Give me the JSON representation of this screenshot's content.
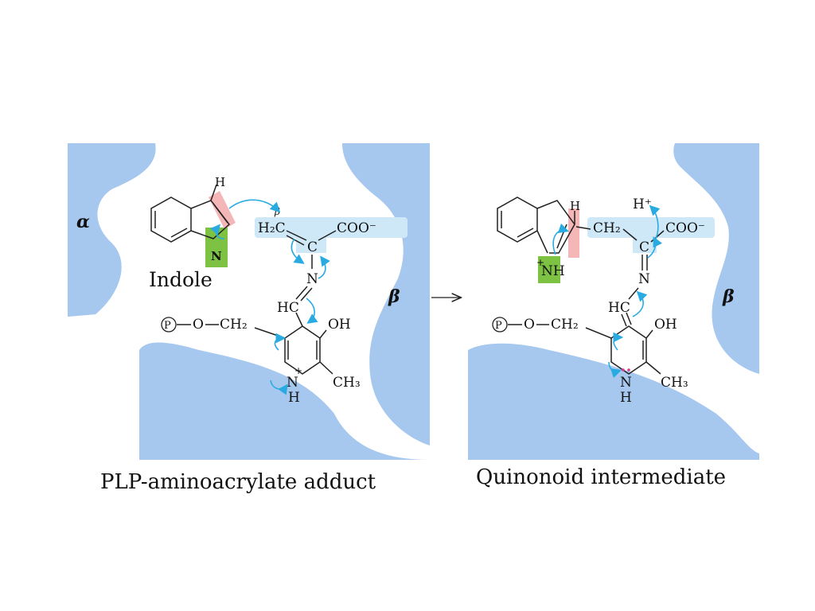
{
  "left_panel": {
    "caption": "PLP-aminoacrylate adduct",
    "subunit_alpha": "α",
    "subunit_beta": "β",
    "indole_label": "Indole",
    "indole_h": "H",
    "indole_n": "N",
    "beta_carbon": "β",
    "h2c": "H₂C",
    "coo": "COO⁻",
    "c": "C",
    "n": "N",
    "hc": "HC",
    "phosphate": "P",
    "o": "O",
    "ch2": "CH₂",
    "oh": "OH",
    "ring_n": "N",
    "ring_n_charge": "+",
    "ring_h": "H",
    "ch3": "CH₃"
  },
  "right_panel": {
    "caption": "Quinonoid intermediate",
    "subunit_beta": "β",
    "indole_h": "H",
    "indole_nh": "NH",
    "indole_nh_charge": "+",
    "proton": "H⁺",
    "ch2_link": "CH₂",
    "coo": "COO⁻",
    "c": "C",
    "n": "N",
    "hc": "HC",
    "phosphate": "P",
    "o": "O",
    "ch2": "CH₂",
    "oh": "OH",
    "ring_n": "N",
    "ring_h": "H",
    "ch3": "CH₃"
  },
  "arrow_symbol": "→",
  "colors": {
    "enzyme_blue": "#a6c8ef",
    "highlight_blue": "#cfe8f8",
    "highlight_green": "#7dc242",
    "highlight_pink": "#f4b6b6",
    "curved_arrow": "#29abe2"
  }
}
